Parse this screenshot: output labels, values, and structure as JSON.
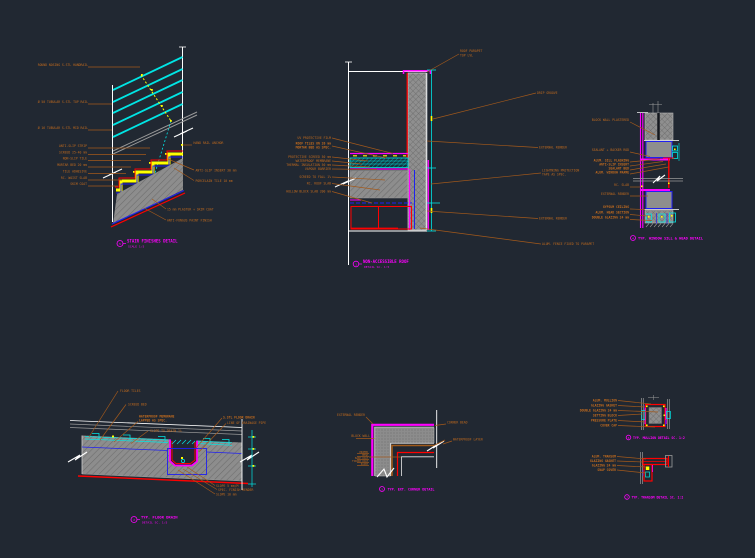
{
  "drawing": {
    "background": "#212832",
    "stair": {
      "bubble": "5",
      "title": "STAIR FINISHES DETAIL",
      "subtitle": "SCALE 1:5",
      "labels_upper": [
        "ROUND NOSING S.STL HANDRAIL",
        "Ø 50 TUBULAR S.STL TOP RAIL",
        "Ø 16 TUBULAR S.STL MID RAIL"
      ],
      "labels_left": [
        "ANTI-SLIP STRIP",
        "SCREED 25-40 mm",
        "NON-SLIP TILE",
        "MORTAR BED 20 mm",
        "TILE ADHESIVE",
        "RC. WAIST SLAB",
        "SKIM COAT"
      ],
      "labels_right": [
        "HAND RAIL ANCHOR",
        "ANTI-SLIP INSERT 30 mm",
        "PORCELAIN TILE 10 mm"
      ],
      "labels_diag": [
        "15 mm PLASTER + SKIM COAT",
        "ANTI-FUNGUS PAINT FINISH"
      ]
    },
    "roof": {
      "bubble": "1",
      "title": "NON-ACCESSIBLE ROOF",
      "subtitle": "DETAIL  SC. 1:5",
      "labels_left": [
        "UV PROTECTIVE FILM",
        "ROOF TILES ON 20 mm",
        "MORTAR BED AS SPEC.",
        "PROTECTIVE SCREED 50 mm",
        "WATERPROOF MEMBRANE",
        "THERMAL INSULATION 50 mm",
        "VAPOUR BARRIER",
        "SCREED TO FALL 1%",
        "RC. ROOF SLAB",
        "HOLLOW BLOCK SLAB 200 mm"
      ],
      "labels_right": [
        "ROOF PARAPET",
        "TOP LVL",
        "DRIP GROOVE",
        "EXTERNAL RENDER",
        "LIGHTNING PROTECTION",
        "TAPE AS SPEC.",
        "EXTERNAL RENDER",
        "ALUM. FENCE FIXED TO PARAPET"
      ]
    },
    "window": {
      "bubble": "4",
      "title": "TYP. WINDOW SILL & HEAD DETAIL",
      "labels_left": [
        "BLOCK WALL PLASTERED",
        "SEALANT + BACKER ROD",
        "ALUM. SILL FLASHING",
        "ANTI-SLIP INSERT",
        "SEALANT BED",
        "ALUM. WINDOW FRAME",
        "RC. SLAB",
        "EXTERNAL RENDER",
        "GYPSUM CEILING",
        "ALUM. HEAD SECTION",
        "DOUBLE GLAZING 24 mm"
      ]
    },
    "gutter": {
      "bubble": "2",
      "title": "TYP. FLOOR DRAIN",
      "subtitle": "DETAIL  SC. 1:5",
      "labels_top": [
        "FLOOR TILES",
        "SCREED BED",
        "WATERPROOF MEMBRANE",
        "LAPPED AS SPEC.",
        "SLOPE TO DRAIN 1%"
      ],
      "labels_right": [
        "S.STL FLOOR DRAIN",
        "LINE OF DRAINAGE PIPE"
      ],
      "labels_bottom": [
        "SLOPE 5 mm/M",
        "SPEC. FINISH RENDER",
        "SLOPE 10 mm"
      ]
    },
    "corner": {
      "bubble": "3",
      "title": "TYP. EXT. CORNER DETAIL",
      "label_top": "EXTERNAL RENDER",
      "label_mid": "BLOCK WALL",
      "ladder": [
        "PRIMER",
        "MESH",
        "BASE COAT",
        "FINISH COAT",
        "PAINT"
      ],
      "labels_right": [
        "CORNER BEAD",
        "WATERPROOF LAYER"
      ]
    },
    "mullion": {
      "bubble": "6",
      "title": "TYP. MULLION DETAIL SC. 1:2",
      "labels": [
        "ALUM. MULLION",
        "GLAZING GASKET",
        "DOUBLE GLAZING 24 mm",
        "SETTING BLOCK",
        "PRESSURE PLATE",
        "COVER CAP"
      ]
    },
    "transom": {
      "bubble": "7",
      "title": "TYP. TRANSOM DETAIL SC. 1:2",
      "labels": [
        "ALUM. TRANSOM",
        "GLAZING GASKET",
        "GLAZING 24 mm",
        "SNAP COVER"
      ]
    }
  }
}
